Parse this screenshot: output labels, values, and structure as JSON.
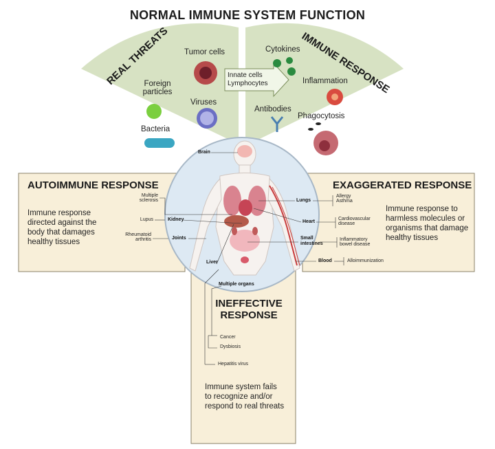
{
  "title": "NORMAL IMMUNE SYSTEM FUNCTION",
  "fan": {
    "left_heading": "REAL THREATS",
    "right_heading": "IMMUNE RESPONSE",
    "tumor_cells": "Tumor cells",
    "foreign_particles": [
      "Foreign",
      "particles"
    ],
    "viruses": "Viruses",
    "bacteria": "Bacteria",
    "arrow_text": [
      "Innate cells",
      "Lymphocytes"
    ],
    "cytokines": "Cytokines",
    "inflammation": "Inflammation",
    "antibodies": "Antibodies",
    "phagocytosis": "Phagocytosis"
  },
  "autoimmune": {
    "heading": "AUTOIMMUNE RESPONSE",
    "description": [
      "Immune response",
      "directed against the",
      "body that damages",
      "healthy tissues"
    ],
    "diseases": {
      "multiple_sclerosis": [
        "Multiple",
        "sclerosis"
      ],
      "lupus": "Lupus",
      "rheumatoid_arthritis": [
        "Rheumatoid",
        "arthritis"
      ]
    }
  },
  "exaggerated": {
    "heading": "EXAGGERATED RESPONSE",
    "description": [
      "Immune response to",
      "harmless molecules or",
      "organisms that damage",
      "healthy tissues"
    ],
    "diseases": {
      "allergy": "Allergy",
      "asthma": "Asthma",
      "cardiovascular": [
        "Cardiovascular",
        "disease"
      ],
      "ibd": [
        "Inflammatory",
        "bowel disease"
      ],
      "alloimmunization": "Alloimmunization"
    }
  },
  "ineffective": {
    "heading": [
      "INEFFECTIVE",
      "RESPONSE"
    ],
    "description": [
      "Immune system fails",
      "to recognize and/or",
      "respond to real threats"
    ],
    "diseases": {
      "cancer": "Cancer",
      "dysbiosis": "Dysbiosis",
      "hepatitis": "Hepatitis virus"
    }
  },
  "organs": {
    "brain": "Brain",
    "lungs": "Lungs",
    "heart": "Heart",
    "kidney": "Kidney",
    "joints": "Joints",
    "small_intestines": [
      "Small",
      "intestines"
    ],
    "blood": "Blood",
    "liver": "Liver",
    "multiple_organs": "Multiple organs"
  },
  "colors": {
    "fan_fill": "#d7e2c3",
    "panel_fill": "#f8efd9",
    "panel_border": "#8a8168",
    "body_circle": "#dde9f3",
    "body_circle_border": "#a7b7c6",
    "arrow_fill": "#f1f6e8"
  }
}
